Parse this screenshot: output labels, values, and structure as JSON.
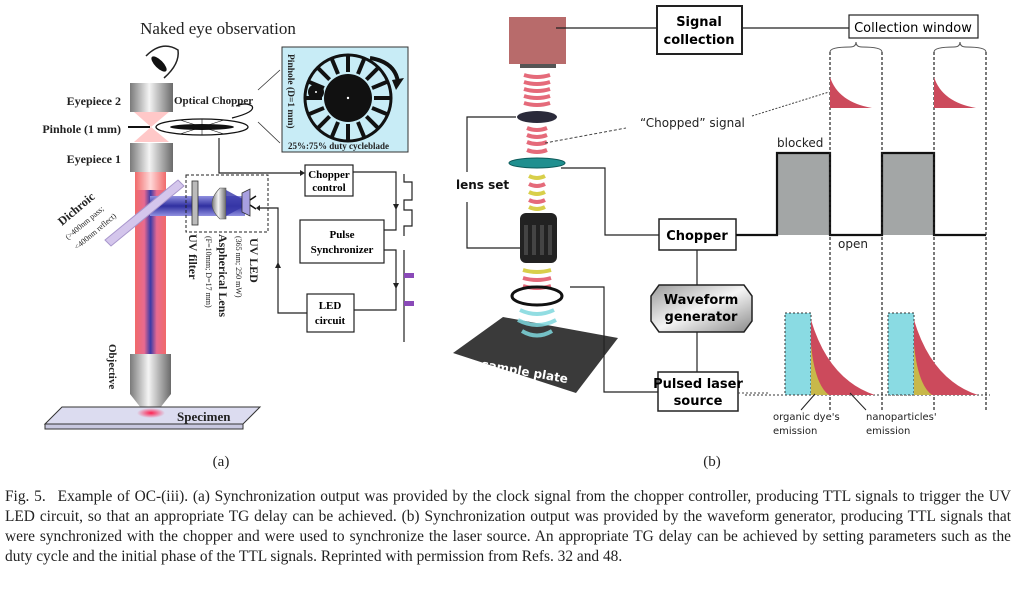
{
  "panel_a": {
    "label": "(a)",
    "title": "Naked eye observation",
    "eyepiece2": "Eyepiece 2",
    "pinhole": "Pinhole (1 mm)",
    "eyepiece1": "Eyepiece 1",
    "optical_chopper": "Optical Chopper",
    "inset_pinhole": "Pinhole (D=1 mm)",
    "inset_duty": "25%:75% duty cycleblade",
    "dichroic": "Dichroic",
    "dichroic_spec1": "(>400nm pass;",
    "dichroic_spec2": "<400nm reflect)",
    "uv_led": "UV LED",
    "uv_led_spec": "(365 nm; 250 mW)",
    "aspherical_lens": "Aspherical Lens",
    "aspherical_spec": "(F=10mm; D=17 mm)",
    "uv_filter": "UV filter",
    "chopper_control_1": "Chopper",
    "chopper_control_2": "control",
    "pulse_sync_1": "Pulse",
    "pulse_sync_2": "Synchronizer",
    "led_circuit_1": "LED",
    "led_circuit_2": "circuit",
    "objective": "Objective",
    "specimen": "Specimen"
  },
  "panel_b": {
    "label": "(b)",
    "signal_collection_1": "Signal",
    "signal_collection_2": "collection",
    "collection_window": "Collection window",
    "chopped_signal": "“Chopped” signal",
    "lens_set": "lens set",
    "chopper": "Chopper",
    "waveform_1": "Waveform",
    "waveform_2": "generator",
    "pulsed_1": "Pulsed laser",
    "pulsed_2": "source",
    "sample_plate": "sample plate",
    "blocked": "blocked",
    "open": "open",
    "dye_1": "organic dye's",
    "dye_2": "emission",
    "nano_1": "nanoparticles'",
    "nano_2": "emission"
  },
  "colors": {
    "cube": "#b86b6b",
    "beam_red": "#f07070",
    "beam_blue": "#3c3ca8",
    "inset_bg": "#c8ecf6",
    "teal": "#1f8f8f",
    "cyan_pulse": "#8adbe3",
    "decay_red": "#cc4a5c",
    "decay_yellow": "#c8b84a",
    "blocked_gray": "#a3a6a6"
  },
  "caption": {
    "label": "Fig. 5.",
    "text": "Example of OC-(iii). (a) Synchronization output was provided by the clock signal from the chopper controller, producing TTL signals to trigger the UV LED circuit, so that an appropriate TG delay can be achieved. (b) Synchronization output was provided by the waveform generator, producing TTL signals that were synchronized with the chopper and were used to synchronize the laser source. An appropriate TG delay can be achieved by setting parameters such as the duty cycle and the initial phase of the TTL signals. Reprinted with permission from Refs. 32 and 48."
  }
}
